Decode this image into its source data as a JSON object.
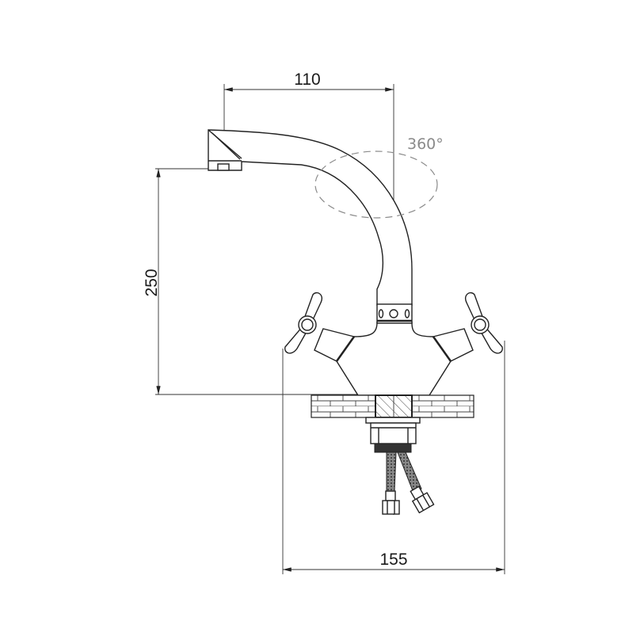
{
  "drawing": {
    "dimensions": {
      "spout_reach": "110",
      "spout_height": "250",
      "handle_span": "155",
      "rotation": "360°"
    },
    "colors": {
      "line": "#222222",
      "rotation_marker": "#8a8a8a"
    }
  }
}
